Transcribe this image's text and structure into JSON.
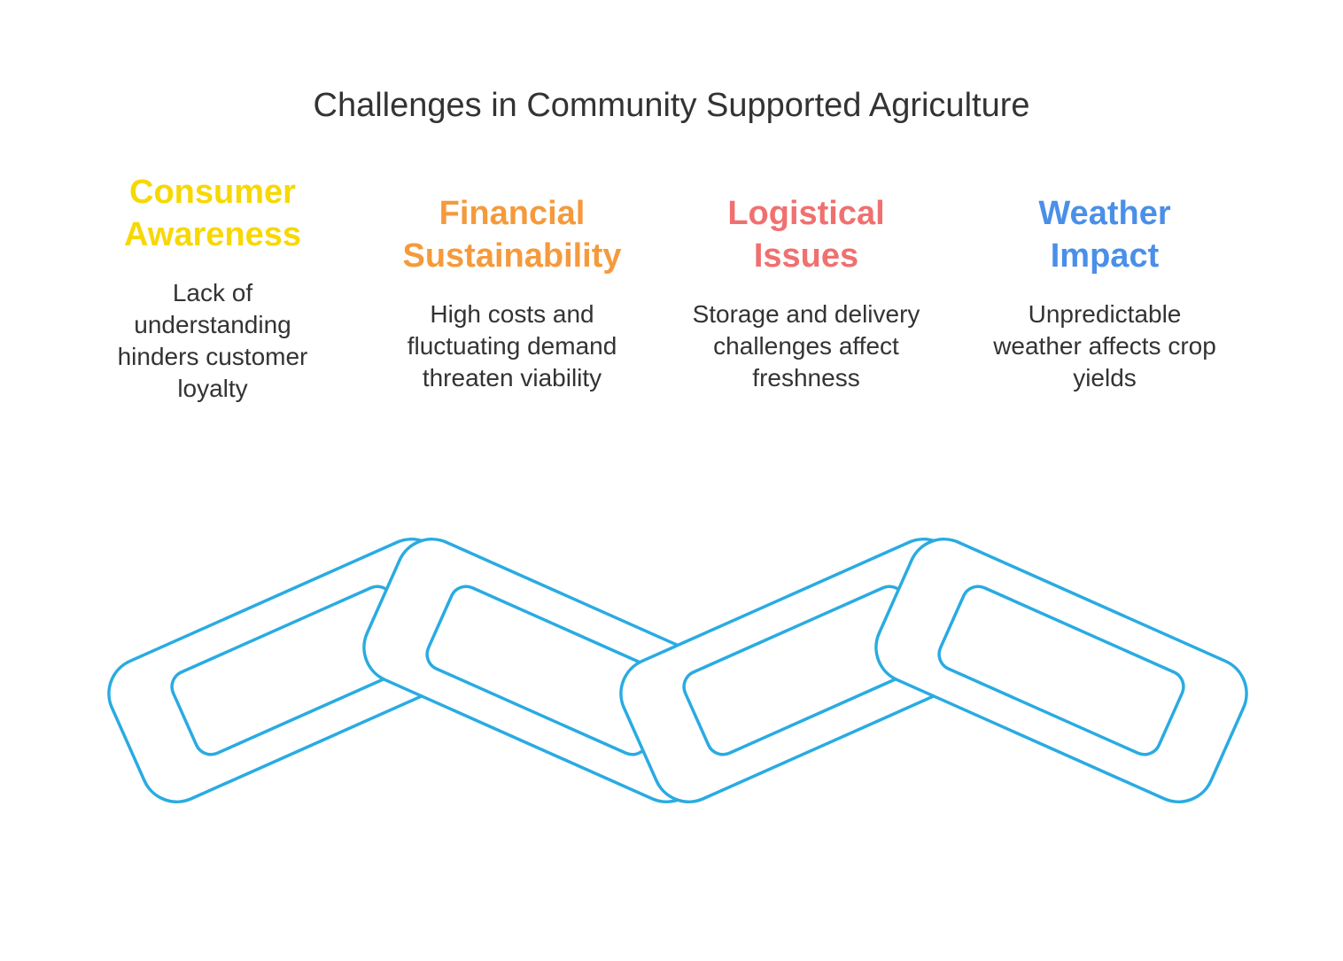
{
  "title": "Challenges in Community Supported Agriculture",
  "colors": {
    "chain": "#29abe2"
  },
  "items": [
    {
      "heading": "Consumer Awareness",
      "heading_line1": "Consumer",
      "heading_line2": "Awareness",
      "color": "#f7d800",
      "desc_lines": [
        "Lack of",
        "understanding",
        "hinders customer",
        "loyalty"
      ]
    },
    {
      "heading": "Financial Sustainability",
      "heading_line1": "Financial",
      "heading_line2": "Sustainability",
      "color": "#f59a3c",
      "desc_lines": [
        "High costs and",
        "fluctuating demand",
        "threaten viability"
      ]
    },
    {
      "heading": "Logistical Issues",
      "heading_line1": "Logistical",
      "heading_line2": "Issues",
      "color": "#f07070",
      "desc_lines": [
        "Storage and delivery",
        "challenges affect",
        "freshness"
      ]
    },
    {
      "heading": "Weather Impact",
      "heading_line1": "Weather",
      "heading_line2": "Impact",
      "color": "#4a8fe8",
      "desc_lines": [
        "Unpredictable",
        "weather affects crop",
        "yields"
      ]
    }
  ]
}
